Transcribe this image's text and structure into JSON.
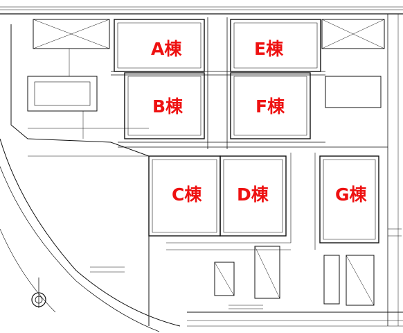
{
  "drawing": {
    "buildings": [
      {
        "id": "A",
        "label": "A棟"
      },
      {
        "id": "B",
        "label": "B棟"
      },
      {
        "id": "C",
        "label": "C棟"
      },
      {
        "id": "D",
        "label": "D棟"
      },
      {
        "id": "E",
        "label": "E棟"
      },
      {
        "id": "F",
        "label": "F棟"
      },
      {
        "id": "G",
        "label": "G棟"
      }
    ],
    "label_color": "#ee1111",
    "line_color": "#111111"
  }
}
